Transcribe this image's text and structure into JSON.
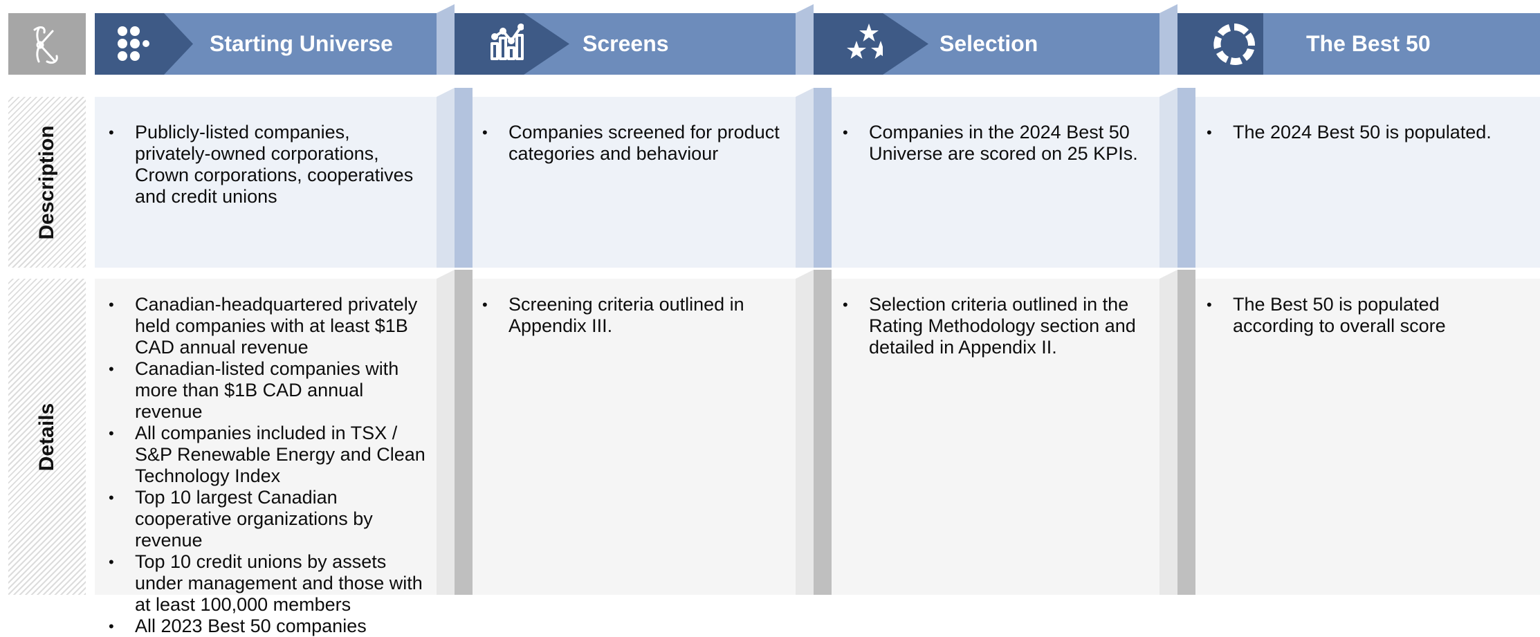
{
  "stages": [
    {
      "title": "Starting Universe",
      "icon": "dots-grid-icon"
    },
    {
      "title": "Screens",
      "icon": "line-chart-icon"
    },
    {
      "title": "Selection",
      "icon": "stars-icon"
    },
    {
      "title": "The Best 50",
      "icon": "ring-icon"
    }
  ],
  "logo": {
    "icon": "ornate-k-logo-icon"
  },
  "rows": {
    "description_label": "Description",
    "details_label": "Details"
  },
  "description": [
    [
      "Publicly-listed companies, privately-owned corporations, Crown corporations, cooperatives and credit unions"
    ],
    [
      "Companies screened for product categories and behaviour"
    ],
    [
      "Companies in the 2024 Best 50 Universe are scored on 25 KPIs."
    ],
    [
      "The 2024 Best 50 is populated."
    ]
  ],
  "details": [
    [
      "Canadian-headquartered privately held companies with at least $1B CAD annual revenue",
      "Canadian-listed companies with more than $1B CAD annual revenue",
      "All companies included in TSX / S&P Renewable Energy and Clean Technology Index",
      "Top 10 largest Canadian cooperative organizations by revenue",
      "Top 10 credit unions by assets under management and those with at least 100,000 members",
      "All 2023 Best 50 companies"
    ],
    [
      "Screening criteria outlined in Appendix III."
    ],
    [
      "Selection criteria outlined in the Rating Methodology section and detailed in Appendix II."
    ],
    [
      "The Best 50 is populated according to overall score"
    ]
  ],
  "colors": {
    "header_dark": "#3e5a86",
    "header_light": "#6d8cbb",
    "connector_light": "#b3c3de",
    "connector_grey": "#bfbfbf",
    "description_bg": "#eef2f8",
    "details_bg": "#f5f5f5"
  }
}
